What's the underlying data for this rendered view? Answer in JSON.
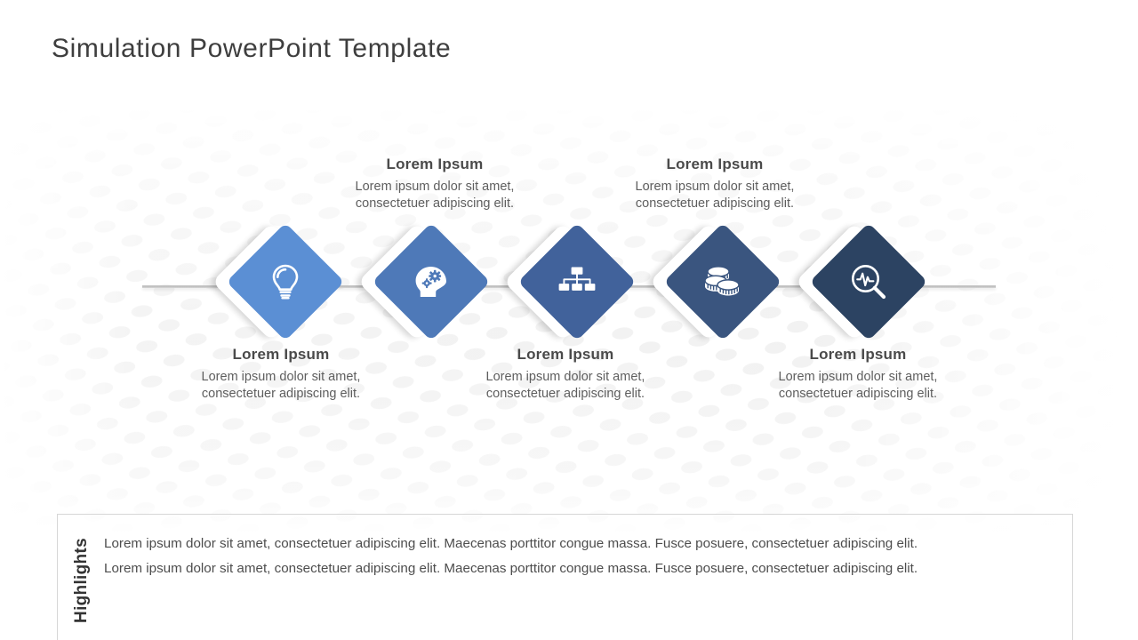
{
  "slide": {
    "title": "Simulation PowerPoint Template"
  },
  "diagram": {
    "type": "process-timeline",
    "orientation": "horizontal",
    "node_count": 5,
    "connector_color": "#bdbdbd",
    "nodes": [
      {
        "id": "node-1",
        "index": 1,
        "icon": "lightbulb-icon",
        "color": "#5b8fd4",
        "caption_position": "below",
        "title": "Lorem Ipsum",
        "body": "Lorem ipsum dolor sit amet, consectetuer adipiscing elit."
      },
      {
        "id": "node-2",
        "index": 2,
        "icon": "head-with-gears-icon",
        "color": "#4e79b8",
        "caption_position": "above",
        "title": "Lorem Ipsum",
        "body": "Lorem ipsum dolor sit amet, consectetuer adipiscing elit."
      },
      {
        "id": "node-3",
        "index": 3,
        "icon": "org-chart-icon",
        "color": "#41629b",
        "caption_position": "below",
        "title": "Lorem Ipsum",
        "body": "Lorem ipsum dolor sit amet, consectetuer adipiscing elit."
      },
      {
        "id": "node-4",
        "index": 4,
        "icon": "stacked-coins-icon",
        "color": "#3a557f",
        "caption_position": "above",
        "title": "Lorem Ipsum",
        "body": "Lorem ipsum dolor sit amet, consectetuer adipiscing elit."
      },
      {
        "id": "node-5",
        "index": 5,
        "icon": "magnifier-pulse-icon",
        "color": "#2c4362",
        "caption_position": "below",
        "title": "Lorem Ipsum",
        "body": "Lorem ipsum dolor sit amet, consectetuer adipiscing elit."
      }
    ]
  },
  "highlights": {
    "label": "Highlights",
    "items": [
      "Lorem ipsum dolor sit amet, consectetuer adipiscing elit. Maecenas porttitor congue massa. Fusce posuere, consectetuer adipiscing elit.",
      "Lorem ipsum dolor sit amet, consectetuer adipiscing elit. Maecenas porttitor congue massa. Fusce posuere, consectetuer adipiscing elit."
    ]
  }
}
